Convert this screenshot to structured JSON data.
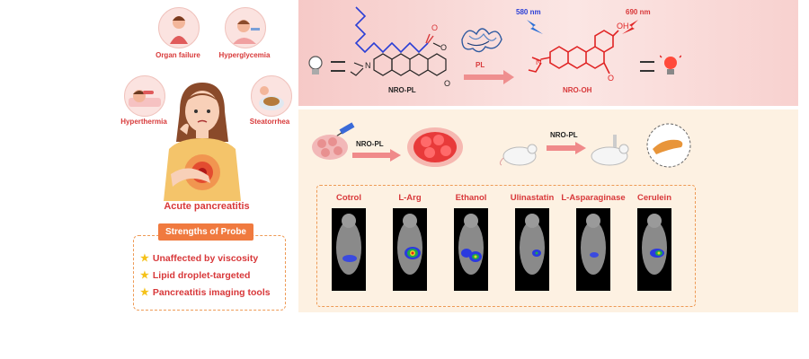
{
  "symptoms": {
    "organ_failure": "Organ failure",
    "hyperglycemia": "Hyperglycemia",
    "hyperthermia": "Hyperthermia",
    "steatorrhea": "Steatorrhea"
  },
  "disease_label": "Acute pancreatitis",
  "strengths": {
    "title": "Strengths of Probe",
    "items": [
      "Unaffected by viscosity",
      "Lipid droplet-targeted",
      "Pancreatitis imaging tools"
    ]
  },
  "reaction": {
    "probe_label": "NRO-PL",
    "product_label": "NRO-OH",
    "enzyme_label": "PL",
    "excitation_1": "580 nm",
    "excitation_2": "690 nm"
  },
  "imaging": {
    "cell_probe_label": "NRO-PL",
    "mouse_probe_label": "NRO-PL",
    "groups": [
      "Cotrol",
      "L-Arg",
      "Ethanol",
      "Ulinastatin",
      "L-Asparaginase",
      "Cerulein"
    ]
  },
  "colors": {
    "accent_red": "#d8383a",
    "accent_orange": "#f07a3f",
    "probe_blue": "#2b3fd6"
  }
}
